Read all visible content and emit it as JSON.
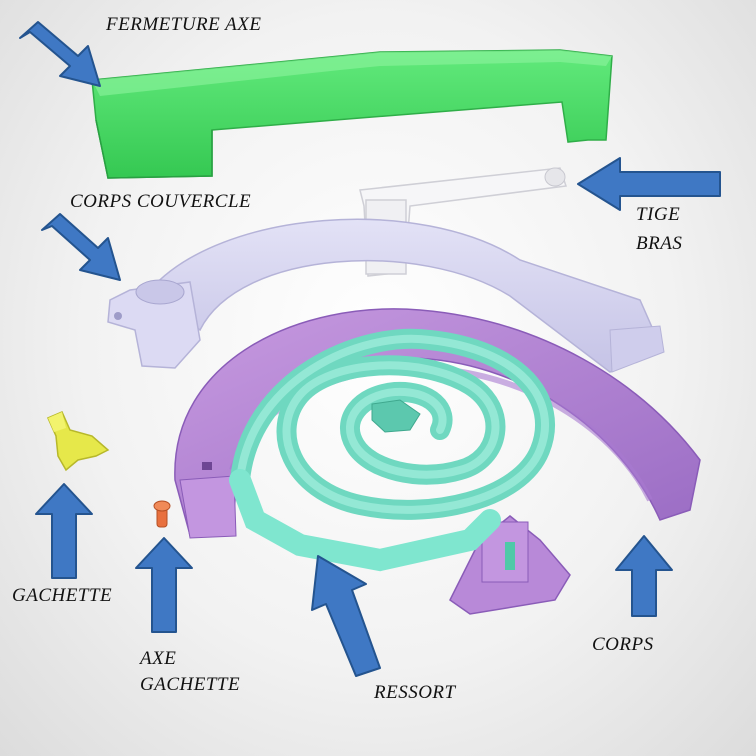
{
  "labels": {
    "fermeture_axe": "FERMETURE AXE",
    "corps_couvercle": "CORPS COUVERCLE",
    "tige_line1": "TIGE",
    "tige_line2": "BRAS",
    "gachette": "GACHETTE",
    "axe_gachette_line1": "AXE",
    "axe_gachette_line2": "GACHETTE",
    "ressort": "RESSORT",
    "corps": "CORPS"
  },
  "colors": {
    "fermeture_axe": "#4fe06a",
    "tige_bras": "#f4f4f6",
    "corps_couvercle": "#d9d8f2",
    "corps": "#b989d8",
    "ressort": "#7fe6cf",
    "gachette": "#e6e84a",
    "axe_gachette": "#e8703e",
    "arrow": "#3f78c4"
  }
}
